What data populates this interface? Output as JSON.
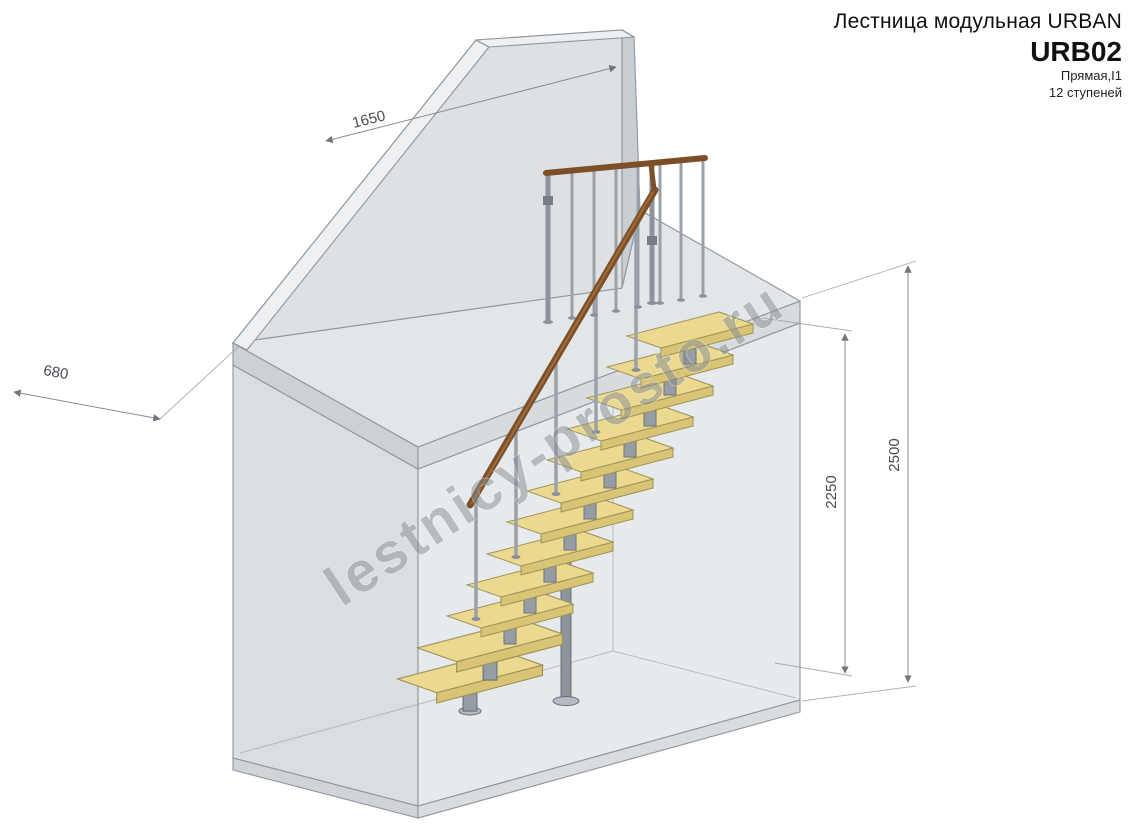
{
  "header": {
    "title": "Лестница модульная URBAN",
    "model": "URB02",
    "type_line": "Прямая,I1",
    "steps_line": "12 ступеней"
  },
  "watermark": {
    "text": "lestnicy-prosto.ru"
  },
  "dimensions": {
    "wall_span": "1650",
    "landing_depth": "680",
    "total_height": "2500",
    "floor_height": "2250"
  },
  "drawing": {
    "steps_count": 12,
    "colors": {
      "tread": "#ead98f",
      "tread_front": "#d9c475",
      "handrail": "#7d4f28",
      "metal": "#9aa1a8",
      "wall": "#dde1e4",
      "dimension": "#878e94"
    }
  }
}
